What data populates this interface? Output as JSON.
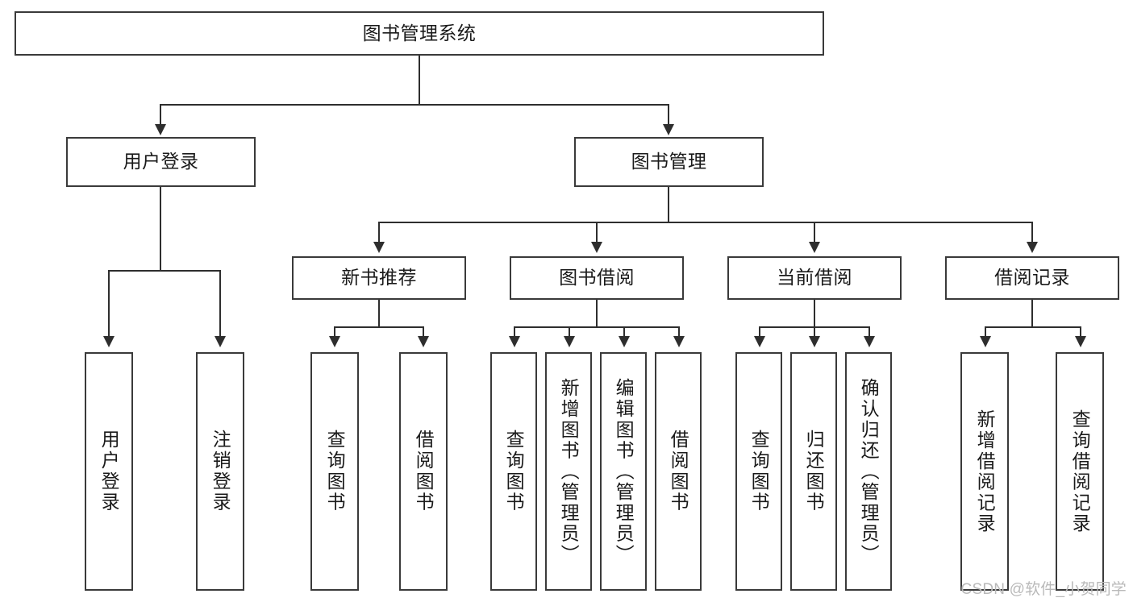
{
  "diagram": {
    "type": "tree-hierarchy-chart",
    "root": {
      "id": "root",
      "label": "图书管理系统"
    },
    "level2": [
      {
        "id": "user-login",
        "label": "用户登录"
      },
      {
        "id": "book-manage",
        "label": "图书管理"
      }
    ],
    "level3": [
      {
        "id": "new-book-recommend",
        "label": "新书推荐",
        "parent": "book-manage"
      },
      {
        "id": "book-borrow",
        "label": "图书借阅",
        "parent": "book-manage"
      },
      {
        "id": "current-borrow",
        "label": "当前借阅",
        "parent": "book-manage"
      },
      {
        "id": "borrow-record",
        "label": "借阅记录",
        "parent": "book-manage"
      }
    ],
    "leaves": {
      "user-login": [
        {
          "id": "leaf-user-login",
          "label": "用户登录"
        },
        {
          "id": "leaf-user-logout",
          "label": "注销登录"
        }
      ],
      "new-book-recommend": [
        {
          "id": "leaf-query-book-1",
          "label": "查询图书"
        },
        {
          "id": "leaf-borrow-book-1",
          "label": "借阅图书"
        }
      ],
      "book-borrow": [
        {
          "id": "leaf-query-book-2",
          "label": "查询图书"
        },
        {
          "id": "leaf-add-book",
          "label": "新增图书（管理员）"
        },
        {
          "id": "leaf-edit-book",
          "label": "编辑图书（管理员）"
        },
        {
          "id": "leaf-borrow-book-2",
          "label": "借阅图书"
        }
      ],
      "current-borrow": [
        {
          "id": "leaf-query-book-3",
          "label": "查询图书"
        },
        {
          "id": "leaf-return-book",
          "label": "归还图书"
        },
        {
          "id": "leaf-confirm-return",
          "label": "确认归还（管理员）"
        }
      ],
      "borrow-record": [
        {
          "id": "leaf-add-record",
          "label": "新增借阅记录"
        },
        {
          "id": "leaf-query-record",
          "label": "查询借阅记录"
        }
      ]
    }
  },
  "watermark": {
    "text": "CSDN @软件_小贺同学",
    "color": "#b9b9b9"
  },
  "colors": {
    "box_border": "#3a3a3a",
    "connector": "#2e2e2e",
    "box_fill": "#ffffff",
    "text": "#1a1a1a",
    "background": "#ffffff"
  }
}
